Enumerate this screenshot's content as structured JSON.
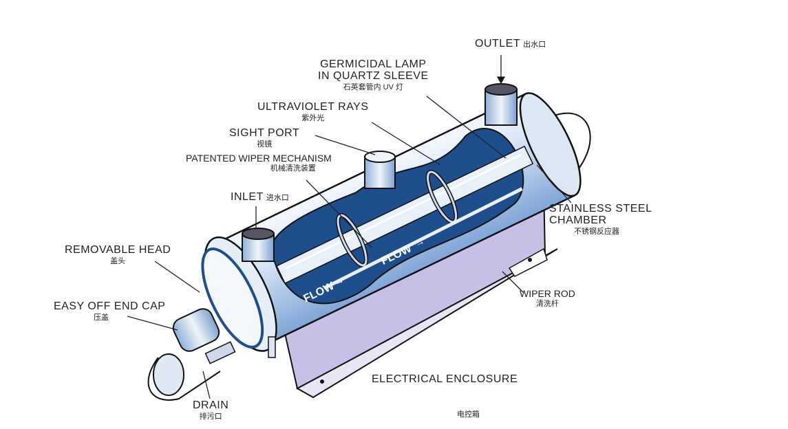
{
  "labels": {
    "outlet": {
      "en": "OUTLET",
      "zh": "出水口"
    },
    "germicidal_lamp": {
      "en1": "GERMICIDAL LAMP",
      "en2": "IN QUARTZ SLEEVE",
      "zh": "石英套管内 UV 灯"
    },
    "ultraviolet_rays": {
      "en": "ULTRAVIOLET RAYS",
      "zh": "紫外光"
    },
    "sight_port": {
      "en": "SIGHT PORT",
      "zh": "视镜"
    },
    "wiper_mechanism": {
      "en": "PATENTED WIPER MECHANISM",
      "zh": "机械清洗装置"
    },
    "inlet": {
      "en": "INLET",
      "zh": "进水口"
    },
    "removable_head": {
      "en": "REMOVABLE HEAD",
      "zh": "盖头"
    },
    "end_cap": {
      "en": "EASY OFF END CAP",
      "zh": "压盖"
    },
    "drain": {
      "en": "DRAIN",
      "zh": "排污口"
    },
    "chamber": {
      "en1": "STAINLESS STEEL",
      "en2": "CHAMBER",
      "zh": "不锈钢反应器"
    },
    "wiper_rod": {
      "en": "WIPER ROD",
      "zh": "清洗杆"
    },
    "enclosure": {
      "en": "ELECTRICAL ENCLOSURE",
      "zh": "电控箱"
    }
  },
  "flow_text": "FLOW",
  "colors": {
    "chamber": "#c9dcf2",
    "cutaway": "#1f4e8c",
    "enclosure": "#c6c0e6",
    "outline": "#111111"
  }
}
